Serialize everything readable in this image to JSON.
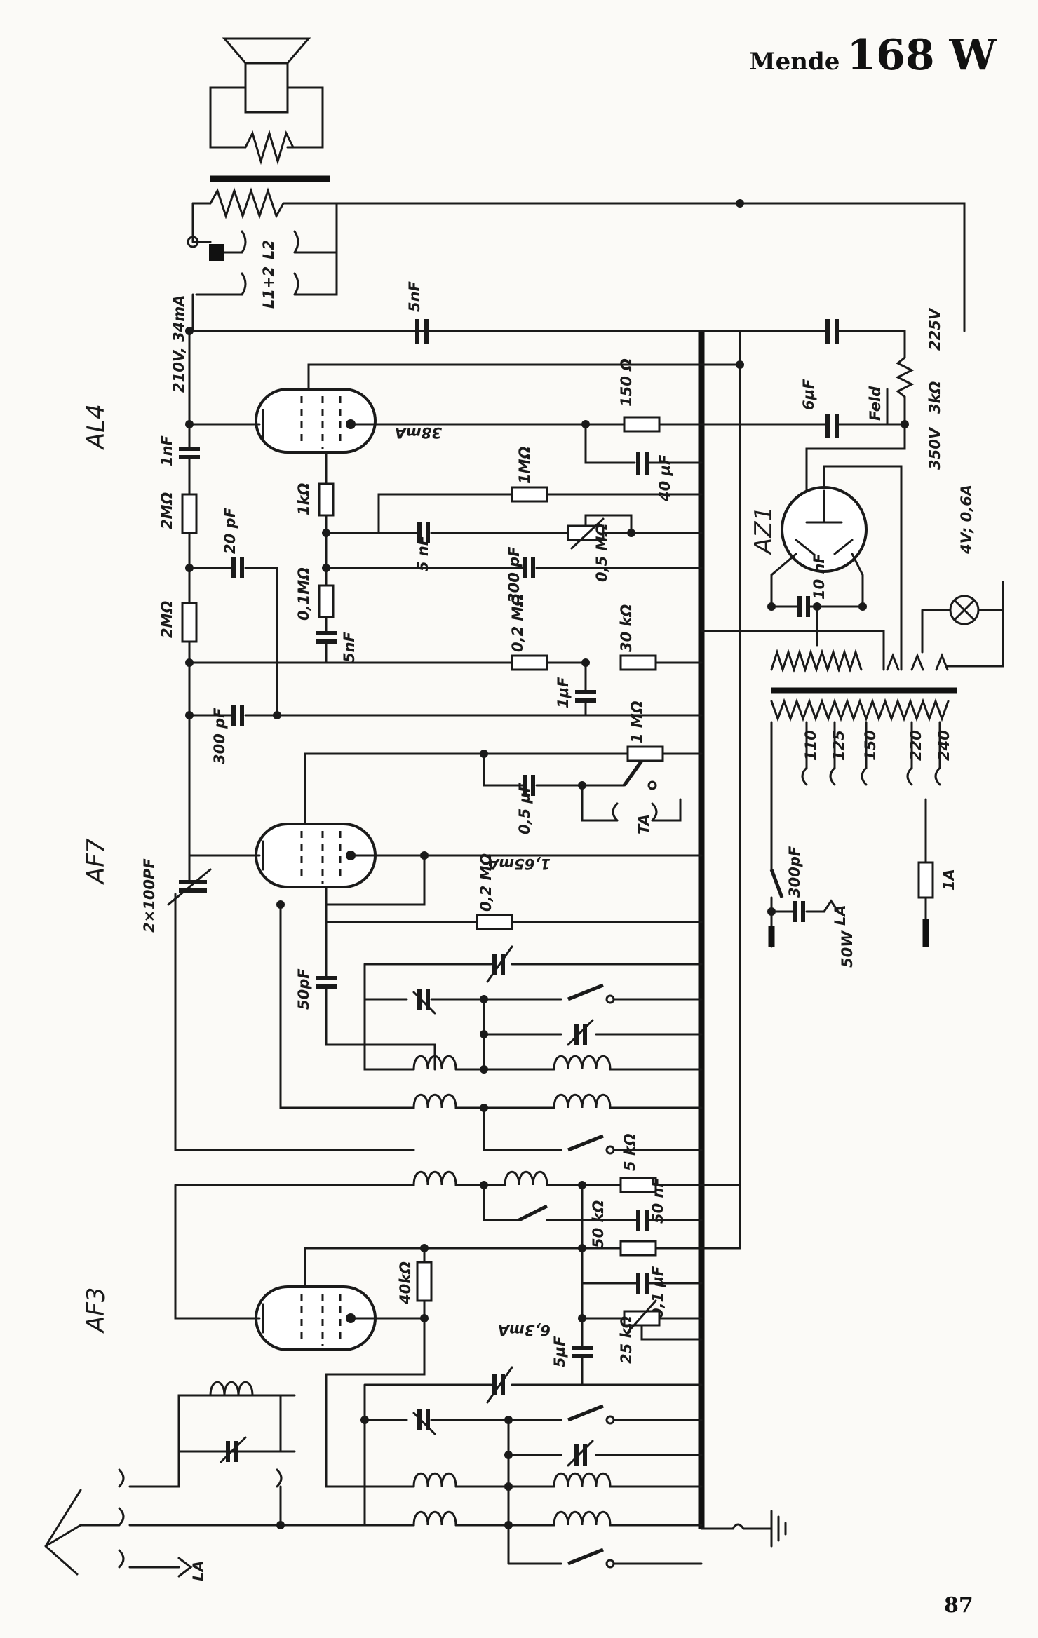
{
  "title": {
    "maker": "Mende",
    "model": "168 W"
  },
  "page_number": "87",
  "tubes": [
    "AL4",
    "AF7",
    "AF3",
    "AZ1"
  ],
  "voltages": [
    "210V, 34mA",
    "225V",
    "350V",
    "38mA",
    "1,65mA",
    "6,3mA"
  ],
  "components": {
    "c_out": "5nF",
    "c_g4": "1nF",
    "r_g4a": "2MΩ",
    "r_g4b": "2MΩ",
    "c_20": "20 pF",
    "r_1k": "1kΩ",
    "r_01": "0,1MΩ",
    "c_5nf_g": "5nF",
    "c_5nf": "5 nF",
    "pot_05": "0,5 MΩ",
    "c_300": "300 pF",
    "r_1m": "1MΩ",
    "r_150": "150 Ω",
    "c_40": "40 µF",
    "c_6": "6µF",
    "r_3k": "3kΩ",
    "field": "Feld",
    "r_02": "0,2 MΩ",
    "r_30": "30 kΩ",
    "c_1u": "1µF",
    "c_300b": "300 pF",
    "r_1mb": "1 MΩ",
    "c_05": "0,5 µF",
    "ta": "TA",
    "c_2x": "2×100PF",
    "c_50p": "50pF",
    "c_10": "10 nF",
    "lamp": "4V; 0,6A",
    "c_300c": "300pF",
    "la_out": "LA",
    "watts": "50W",
    "fuse": "1A",
    "r_5k": "5 kΩ",
    "c_50n": "50 nF",
    "r_50k": "50 kΩ",
    "r_40k": "40kΩ",
    "c_01": "0,1 µF",
    "pot_25": "25 kΩ",
    "c_5u": "5µF",
    "ant_la": "LA",
    "l2": "L2",
    "l12": "L1+2"
  },
  "taps": [
    "110",
    "125",
    "150",
    "220",
    "240"
  ]
}
